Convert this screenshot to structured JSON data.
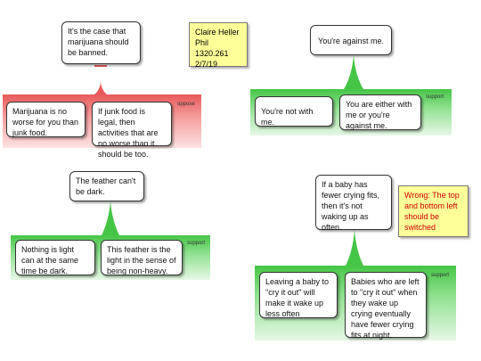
{
  "colors": {
    "oppose": "#e85a5a",
    "support": "#45c545",
    "note_bg": "#ffff99",
    "note_text_red": "#cc0000"
  },
  "author_note": {
    "name": "Claire Heller",
    "course": "Phil 1320.261",
    "date": "2/7/19"
  },
  "maps": [
    {
      "claim": "It's the case that marijuana should be banned.",
      "relation": "oppose",
      "premises": [
        "Marijuana is no worse for you than junk food.",
        "If junk food is legal, then activities that are no worse than it should be too."
      ]
    },
    {
      "claim": "You're against me.",
      "relation": "support",
      "premises": [
        "You're not with me.",
        "You are either with me or you're against me."
      ]
    },
    {
      "claim": "The feather can't be dark.",
      "relation": "support",
      "premises": [
        "Nothing is light can at the same time be dark.",
        "This feather is the light in the sense of being non-heavy."
      ]
    },
    {
      "claim": "If a baby has fewer crying fits, then it's not waking up as often.",
      "relation": "support",
      "premises": [
        "Leaving a baby to \"cry it out\" will make it wake up less often",
        "Babies who are left to \"cry it out\" when they wake up crying eventually have fewer crying fits at night."
      ]
    }
  ],
  "feedback_note": "Wrong: The top and bottom left should be switched"
}
